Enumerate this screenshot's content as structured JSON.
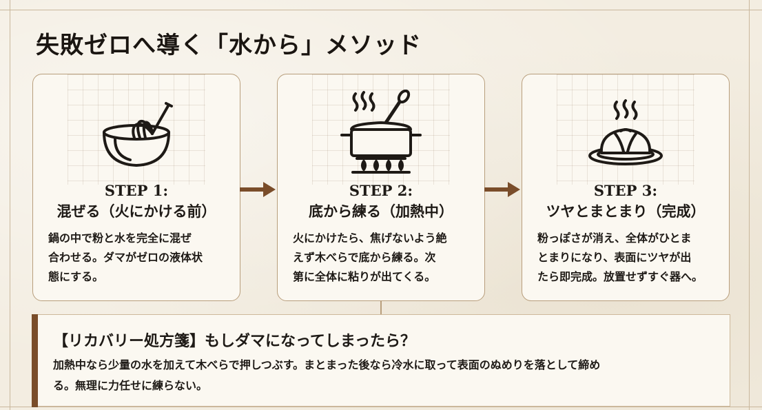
{
  "title": "失敗ゼロへ導く「水から」メソッド",
  "colors": {
    "accent_brown": "#7a4d2a",
    "card_border": "#b89e7c",
    "card_bg": "#fbf8f1",
    "page_bg": "#f3ede1"
  },
  "steps": [
    {
      "icon": "whisk-bowl-icon",
      "label": "STEP 1:",
      "title": "混ぜる（火にかける前）",
      "desc_lines": [
        "鍋の中で粉と水を完全に混ぜ",
        "合わせる。ダマがゼロの液体状",
        "態にする。"
      ]
    },
    {
      "icon": "pot-on-stove-icon",
      "label": "STEP 2:",
      "title": "底から練る（加熱中）",
      "desc_lines": [
        "火にかけたら、焦げないよう絶",
        "えず木べらで底から練る。次",
        "第に全体に粘りが出てくる。"
      ]
    },
    {
      "icon": "steaming-dish-icon",
      "label": "STEP 3:",
      "title": "ツヤとまとまり（完成）",
      "desc_lines": [
        "粉っぽさが消え、全体がひとま",
        "とまりになり、表面にツヤが出",
        "たら即完成。放置せずすぐ器へ。"
      ]
    }
  ],
  "tip": {
    "title": "【リカバリー処方箋】もしダマになってしまったら？",
    "body_lines": [
      "加熱中なら少量の水を加えて木べらで押しつぶす。まとまった後なら冷水に取って表面のぬめりを落として締め",
      "る。無理に力任せに練らない。"
    ]
  }
}
